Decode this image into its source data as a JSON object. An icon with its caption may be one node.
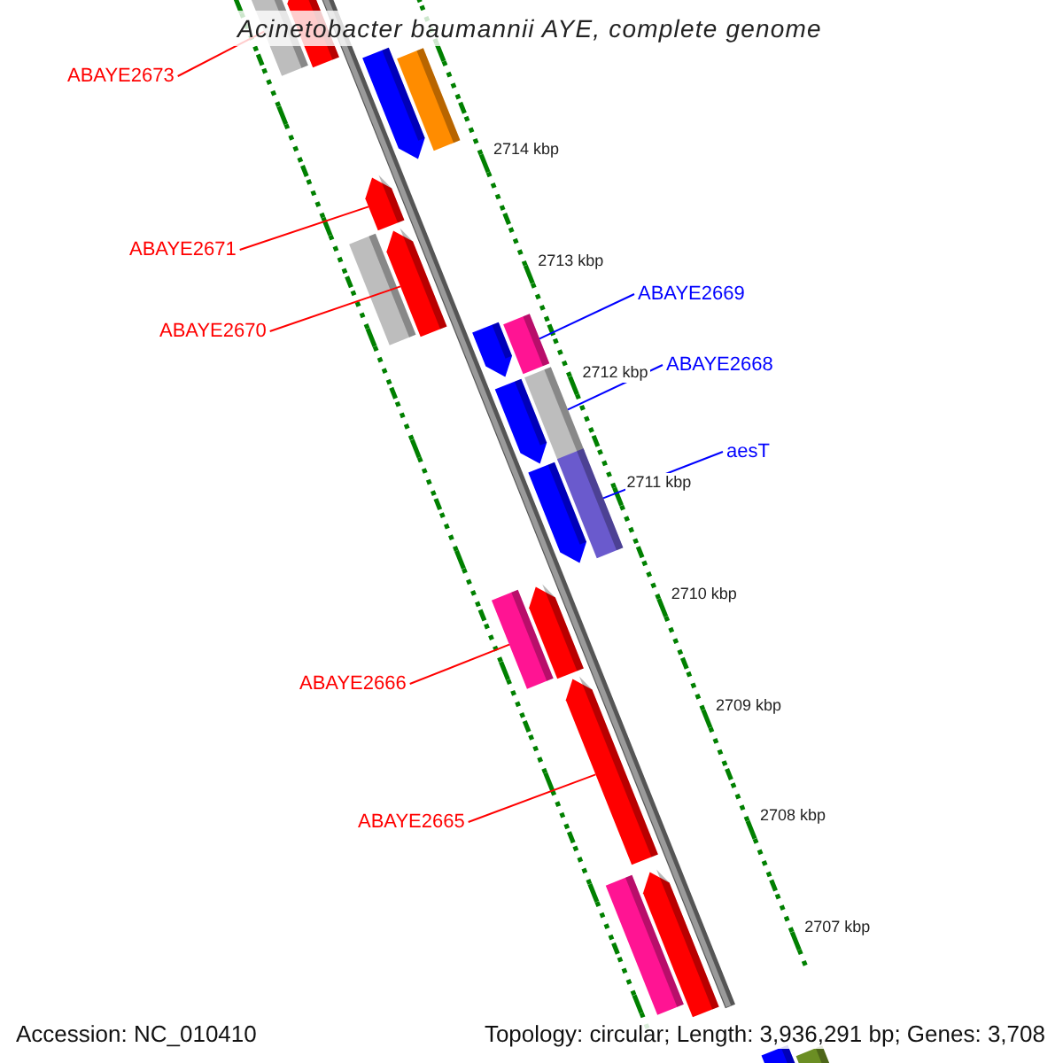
{
  "diagram": {
    "title": "Acinetobacter baumannii AYE, complete genome",
    "nodes": [
      {
        "text": [
          "ABAYE2673"
        ]
      },
      {
        "text": [
          "ABAYE2671"
        ]
      },
      {
        "text": [
          "ABAYE2670"
        ]
      },
      {
        "text": [
          "ABAYE2669"
        ]
      },
      {
        "text": [
          "ABAYE2668"
        ]
      },
      {
        "text": [
          "aesT"
        ]
      },
      {
        "text": [
          "ABAYE2666"
        ]
      },
      {
        "text": [
          "ABAYE2665"
        ]
      },
      {
        "text": [],
        "shape": "bar"
      },
      {
        "text": [],
        "shape": "bar"
      },
      {
        "text": [],
        "shape": "bar"
      },
      {
        "text": [],
        "shape": "bar"
      },
      {
        "text": [],
        "shape": "bar"
      },
      {
        "text": [],
        "shape": "bar"
      },
      {
        "text": [],
        "shape": "bar"
      },
      {
        "text": [],
        "shape": "bar"
      },
      {
        "text": [],
        "shape": "bar"
      },
      {
        "text": [],
        "shape": "bar"
      },
      {
        "text": [],
        "shape": "bar"
      },
      {
        "text": [],
        "shape": "bar"
      },
      {
        "text": [],
        "shape": "bar"
      },
      {
        "text": [],
        "shape": "bar"
      },
      {
        "text": [],
        "shape": "bar"
      },
      {
        "text": [],
        "shape": "bar"
      },
      {
        "text": [],
        "shape": "bar"
      },
      {
        "text": [],
        "shape": "bar"
      },
      {
        "text": [],
        "shape": "bar"
      },
      {
        "text": [],
        "shape": "bar"
      }
    ],
    "edges": [
      {
        "from": 0,
        "to": 8,
        "arrow": "none"
      },
      {
        "from": 1,
        "to": 12,
        "arrow": "none"
      },
      {
        "from": 2,
        "to": 14,
        "arrow": "none"
      },
      {
        "from": 3,
        "to": 16,
        "arrow": "none",
        "color": "#0000ff"
      },
      {
        "from": 4,
        "to": 18,
        "arrow": "none",
        "color": "#0000ff"
      },
      {
        "from": 5,
        "to": 20,
        "arrow": "none",
        "color": "#0000ff"
      },
      {
        "from": 6,
        "to": 21,
        "arrow": "none"
      },
      {
        "from": 7,
        "to": 23,
        "arrow": "none"
      }
    ],
    "labels": [
      "2714 kbp",
      "2713 kbp",
      "2712 kbp",
      "2711 kbp",
      "2710 kbp",
      "2709 kbp",
      "2708 kbp",
      "2707 kbp",
      "Accession: NC_010410",
      "Topology: circular; Length: 3,936,291 bp; Genes: 3,708"
    ]
  }
}
